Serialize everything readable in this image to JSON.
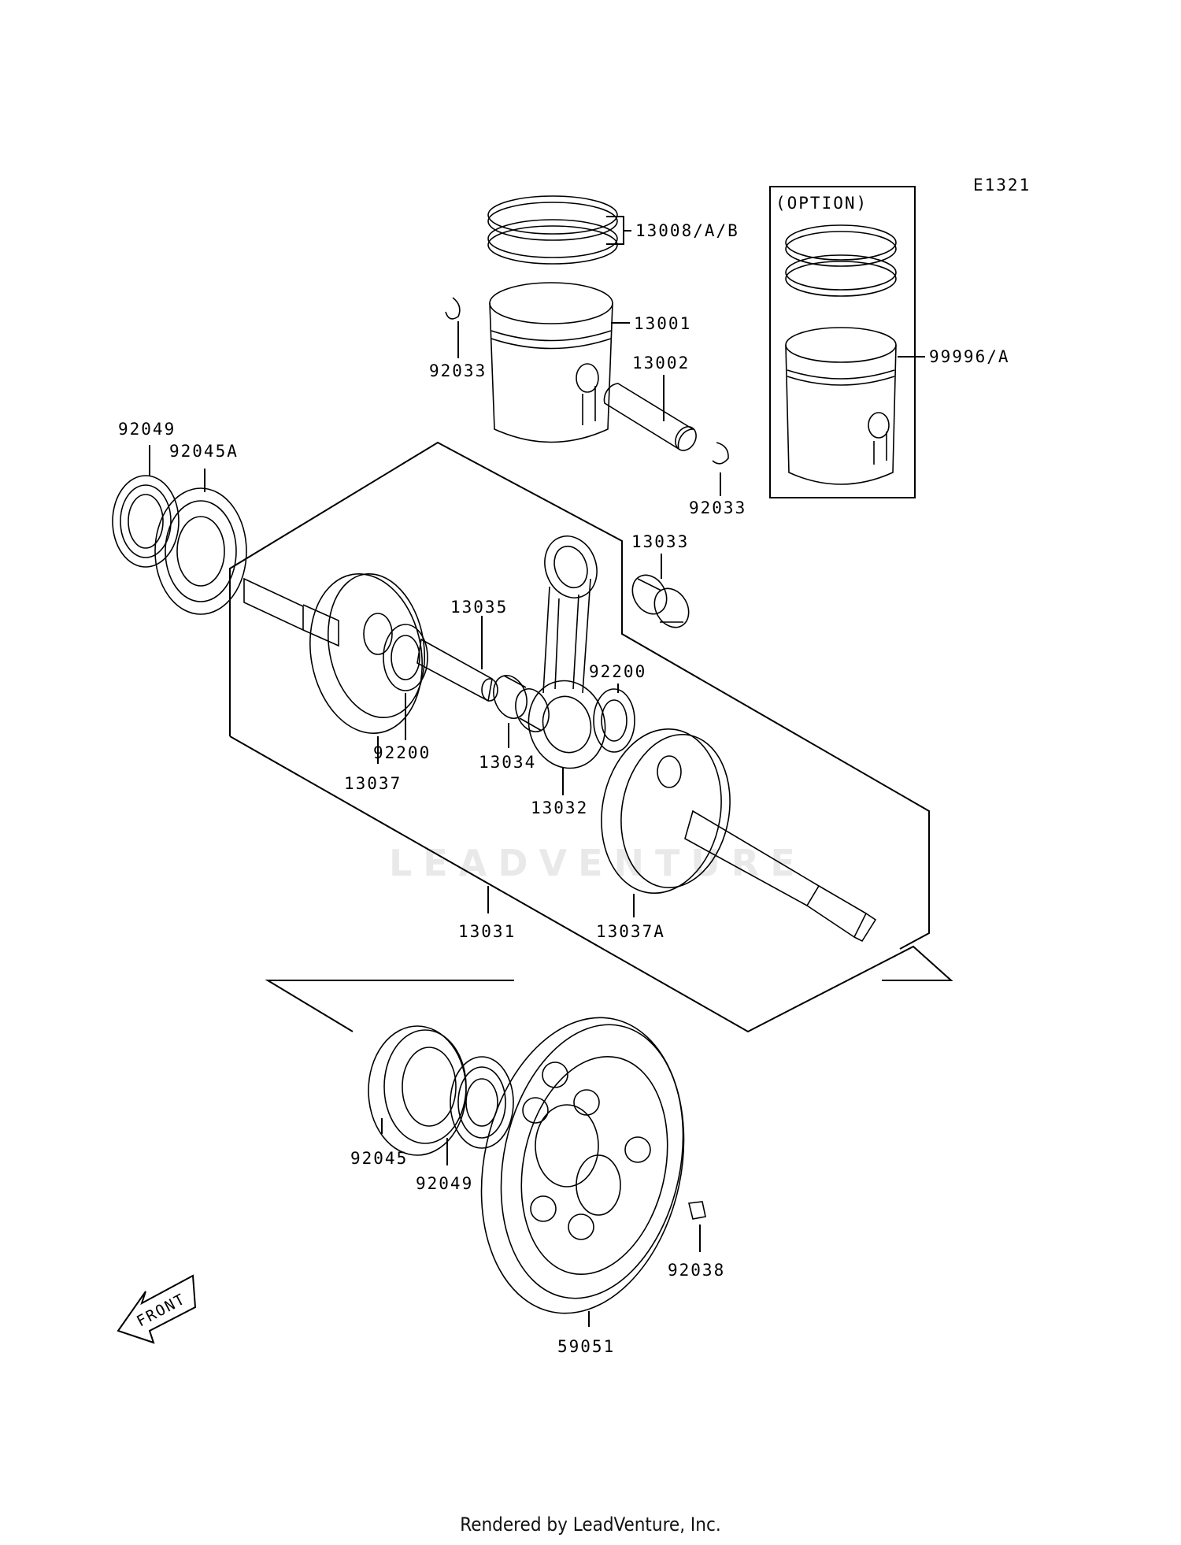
{
  "diagram": {
    "code": "E1321",
    "option_label": "(OPTION)",
    "watermark": "LEADVENTURE",
    "front_label": "FRONT",
    "callouts": {
      "p13008": "13008/A/B",
      "p13001": "13001",
      "p13002": "13002",
      "p92033a": "92033",
      "p92033b": "92033",
      "p99996": "99996/A",
      "p92049a": "92049",
      "p92045a": "92045A",
      "p13033": "13033",
      "p13035": "13035",
      "p92200a": "92200",
      "p92200b": "92200",
      "p13034": "13034",
      "p13037": "13037",
      "p13032": "13032",
      "p13031": "13031",
      "p13037a": "13037A",
      "p92045": "92045",
      "p92049b": "92049",
      "p92038": "92038",
      "p59051": "59051"
    }
  },
  "footer": {
    "text": "Rendered by LeadVenture, Inc."
  }
}
